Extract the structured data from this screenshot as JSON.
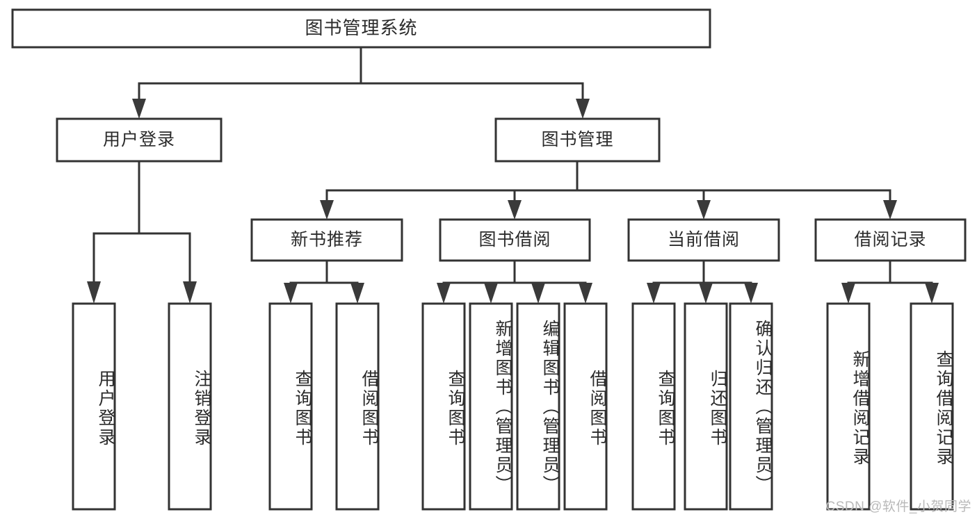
{
  "diagram": {
    "title": "图书管理系统",
    "type": "tree-hierarchy",
    "watermark": "CSDN @软件_小贺同学",
    "colors": {
      "stroke": "#333333",
      "fill": "#ffffff",
      "text": "#2b2b2b",
      "watermark": "#b9b9b9"
    },
    "root": {
      "label": "图书管理系统"
    },
    "level2": [
      {
        "label": "用户登录"
      },
      {
        "label": "图书管理"
      }
    ],
    "level3": [
      {
        "label": "新书推荐"
      },
      {
        "label": "图书借阅"
      },
      {
        "label": "当前借阅"
      },
      {
        "label": "借阅记录"
      }
    ],
    "leaves_user_login": [
      {
        "label": "用户登录"
      },
      {
        "label": "注销登录"
      }
    ],
    "leaves_new_book": [
      {
        "label": "查询图书"
      },
      {
        "label": "借阅图书"
      }
    ],
    "leaves_borrow": [
      {
        "label": "查询图书"
      },
      {
        "label": "新增图书（管理员）"
      },
      {
        "label": "编辑图书（管理员）"
      },
      {
        "label": "借阅图书"
      }
    ],
    "leaves_current": [
      {
        "label": "查询图书"
      },
      {
        "label": "归还图书"
      },
      {
        "label": "确认归还（管理员）"
      }
    ],
    "leaves_records": [
      {
        "label": "新增借阅记录"
      },
      {
        "label": "查询借阅记录"
      }
    ]
  }
}
